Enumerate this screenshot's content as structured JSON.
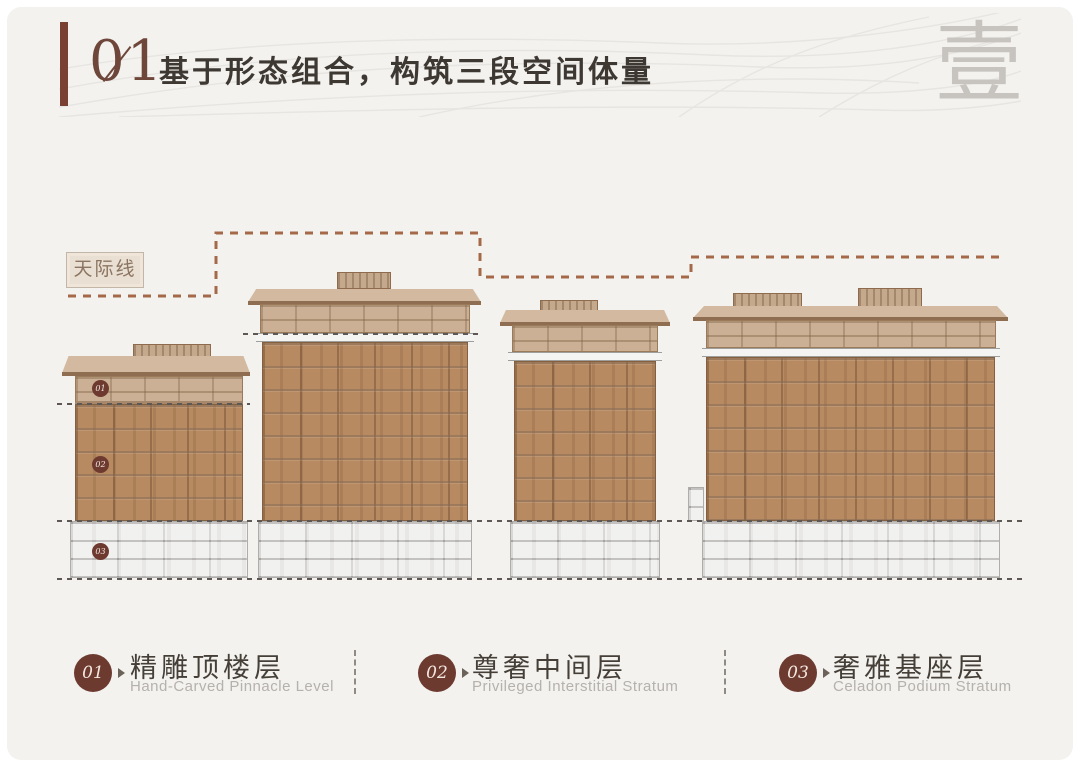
{
  "header": {
    "section_number": "01",
    "title": "基于形态组合，构筑三段空间体量",
    "chapter_watermark": "壹"
  },
  "diagram": {
    "skyline_label": "天际线",
    "building_badges": [
      "01",
      "02",
      "03"
    ]
  },
  "legend": {
    "items": [
      {
        "number": "01",
        "title_zh": "精雕顶楼层",
        "title_en": "Hand-Carved Pinnacle Level"
      },
      {
        "number": "02",
        "title_zh": "尊奢中间层",
        "title_en": "Privileged Interstitial Stratum"
      },
      {
        "number": "03",
        "title_zh": "奢雅基座层",
        "title_en": "Celadon Podium Stratum"
      }
    ]
  },
  "colors": {
    "accent_maroon": "#7b4034",
    "badge_maroon": "#6e3a30",
    "skyline_terracotta": "#a5694a",
    "facade_brown": "#b78a61",
    "pinnacle_tan": "#cbb096",
    "podium_gray": "#e6e5e3",
    "slide_background": "#f3f2ef"
  }
}
